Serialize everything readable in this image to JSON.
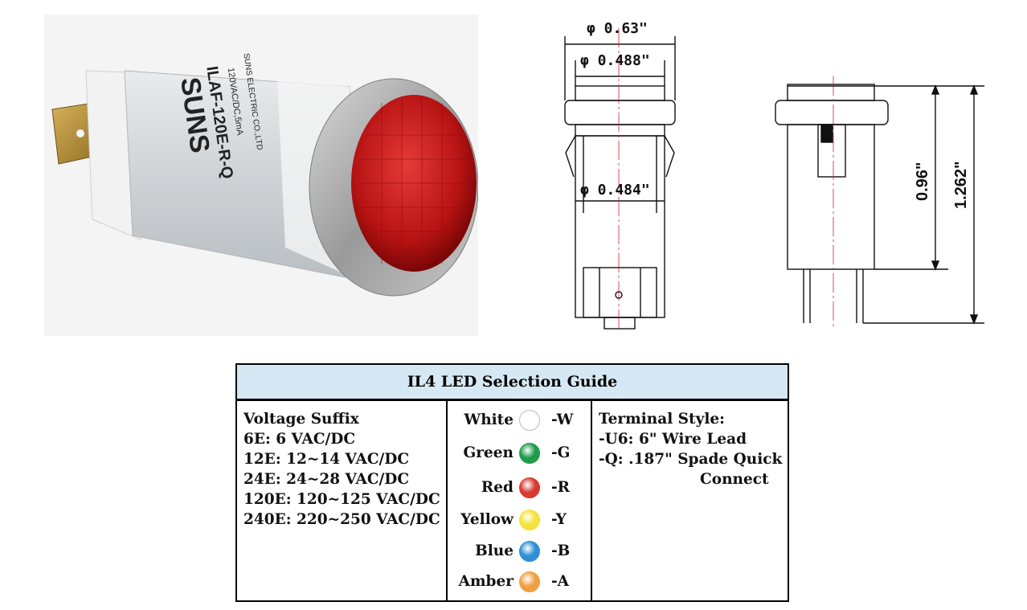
{
  "photo": {
    "brand": "SUNS",
    "part_number": "ILAF-120E-R-Q",
    "rating": "120VAC/DC,5mA",
    "maker": "SUNS ELECTRIC CO.,LTD"
  },
  "drawing": {
    "dia_outer": "φ 0.63\"",
    "dia_mid": "φ 0.488\"",
    "dia_body": "φ 0.484\"",
    "height_body": "0.96\"",
    "height_total": "1.262\""
  },
  "guide": {
    "title": "IL4 LED Selection Guide",
    "voltage": {
      "heading": "Voltage Suffix",
      "items": [
        "6E: 6 VAC/DC",
        "12E: 12~14 VAC/DC",
        "24E: 24~28 VAC/DC",
        "120E: 120~125 VAC/DC",
        "240E: 220~250 VAC/DC"
      ]
    },
    "colors": [
      {
        "name": "White",
        "suffix": "-W",
        "color": "#ffffff"
      },
      {
        "name": "Green",
        "suffix": "-G",
        "color": "#1e9c4a"
      },
      {
        "name": "Red",
        "suffix": "-R",
        "color": "#d83a2f"
      },
      {
        "name": "Yellow",
        "suffix": "-Y",
        "color": "#f3e23c"
      },
      {
        "name": "Blue",
        "suffix": "-B",
        "color": "#2e8fd6"
      },
      {
        "name": "Amber",
        "suffix": "-A",
        "color": "#f0a042"
      }
    ],
    "terminal": {
      "heading": "Terminal Style:",
      "items": [
        "-U6: 6\" Wire Lead",
        "-Q: .187\" Spade Quick",
        "Connect"
      ]
    }
  }
}
